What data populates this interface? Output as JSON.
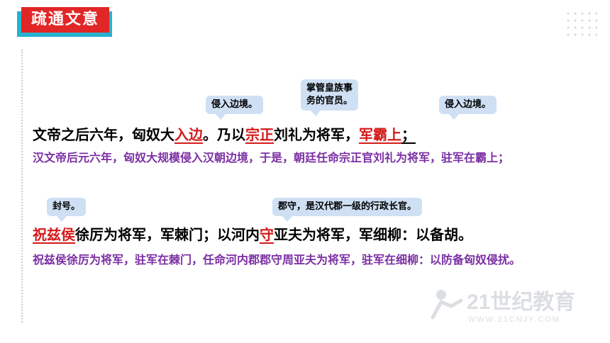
{
  "title": "疏通文意",
  "bubbles": {
    "b1": "侵入边境。",
    "b2_line1": "掌管皇族事",
    "b2_line2": "务的官员。",
    "b3": "侵入边境。",
    "b4": "封号。",
    "b5": "郡守，是汉代郡一级的行政长官。"
  },
  "line1": {
    "p1": "文帝之后六年，匈奴大",
    "r1": "入边",
    "p2": "。乃以",
    "r2": "宗正",
    "p3": "刘礼为将军，",
    "r3": "军霸上",
    "p4": "；"
  },
  "translation1": "汉文帝后元六年，匈奴大规模侵入汉朝边境，于是，朝廷任命宗正官刘礼为将军，驻军在霸上；",
  "line2": {
    "r1": "祝兹侯",
    "p1": "徐厉为将军，军棘门；以河内",
    "r2": "守",
    "p2": "亚夫为将军，军细柳：以备胡。"
  },
  "translation2": "祝兹侯徐厉为将军，驻军在棘门，任命河内郡郡守周亚夫为将军，驻军在细柳：以防备匈奴侵扰。",
  "watermark": {
    "big": "21世纪教育",
    "small": "WWW.21CNJY.COM"
  }
}
